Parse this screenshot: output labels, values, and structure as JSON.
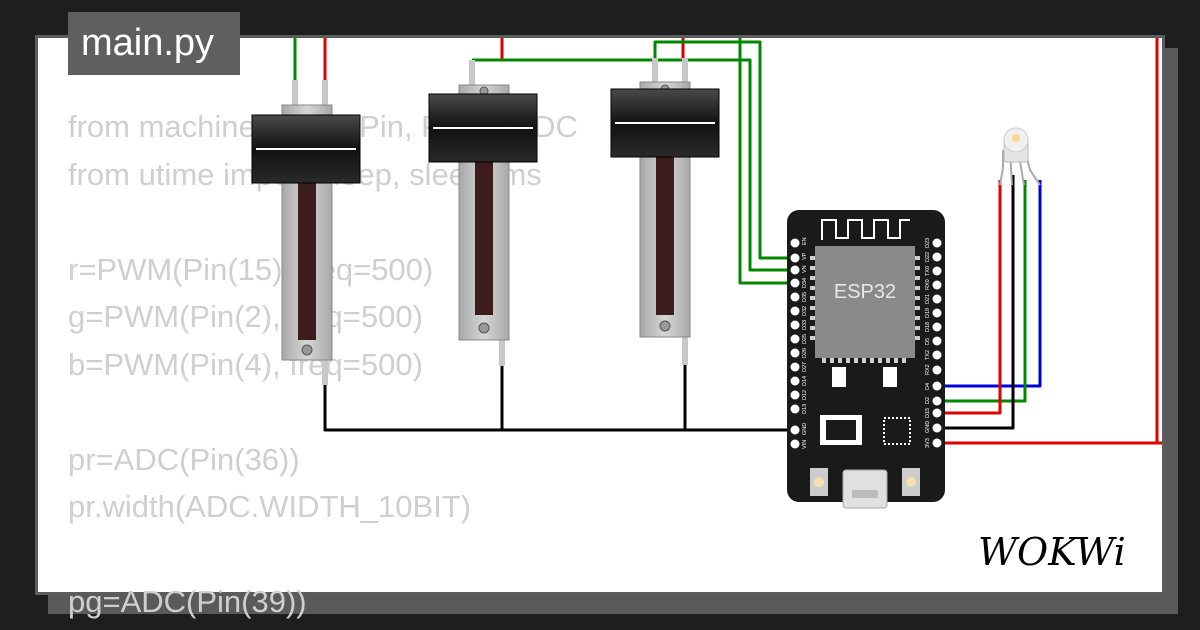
{
  "tab": {
    "filename": "main.py"
  },
  "code_lines": [
    "from machine import Pin, PWM, ADC",
    "from utime import sleep, sleep_ms",
    "",
    "r=PWM(Pin(15), freq=500)",
    "g=PWM(Pin(2), freq=500)",
    "b=PWM(Pin(4), freq=500)",
    "",
    "pr=ADC(Pin(36))",
    "pr.width(ADC.WIDTH_10BIT)",
    "",
    "pg=ADC(Pin(39))"
  ],
  "board": {
    "chip_label": "ESP32",
    "left_pins": [
      "EN",
      "VP",
      "VN",
      "D34",
      "D35",
      "D32",
      "D33",
      "D25",
      "D26",
      "D27",
      "D14",
      "D12",
      "D13",
      "GND",
      "VIN"
    ],
    "right_pins": [
      "D23",
      "D22",
      "TX0",
      "RX0",
      "D21",
      "D19",
      "D18",
      "D5",
      "TX2",
      "RX2",
      "D4",
      "D2",
      "D15",
      "GND",
      "3V3"
    ]
  },
  "brand": {
    "logo": "WOKWi"
  },
  "colors": {
    "wire_red": "#e00000",
    "wire_green": "#008800",
    "wire_black": "#000000",
    "wire_blue": "#0000dd",
    "board": "#1a1a1a",
    "chip": "#8a8a8a"
  }
}
